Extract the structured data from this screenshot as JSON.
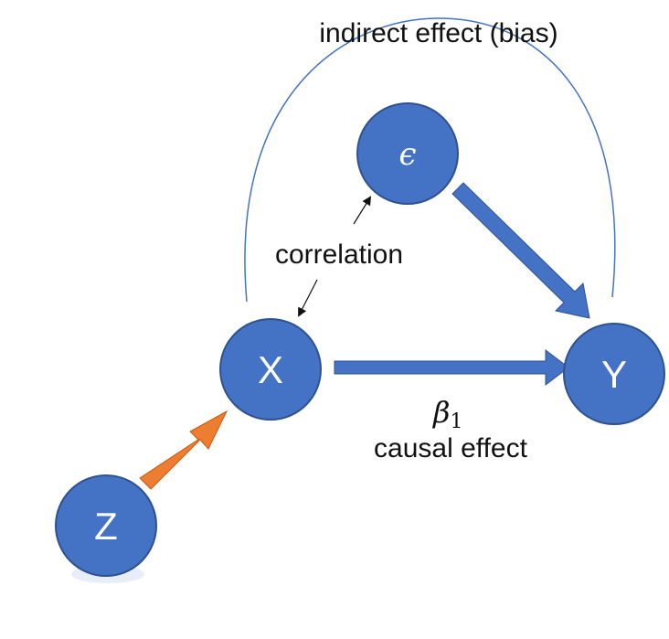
{
  "diagram": {
    "labels": {
      "indirect": "indirect effect (bias)",
      "correlation": "correlation",
      "beta_symbol": "β",
      "beta_subscript": "1",
      "causal": "causal effect"
    },
    "nodes": {
      "x": "X",
      "y": "Y",
      "z": "Z",
      "epsilon": "ϵ"
    },
    "colors": {
      "node_fill": "#4472c4",
      "node_stroke": "#2f528f",
      "arrow_blue": "#4472c4",
      "arrow_orange": "#ed7d31",
      "curve": "#4472c4",
      "thin_arrow": "#111111"
    }
  }
}
